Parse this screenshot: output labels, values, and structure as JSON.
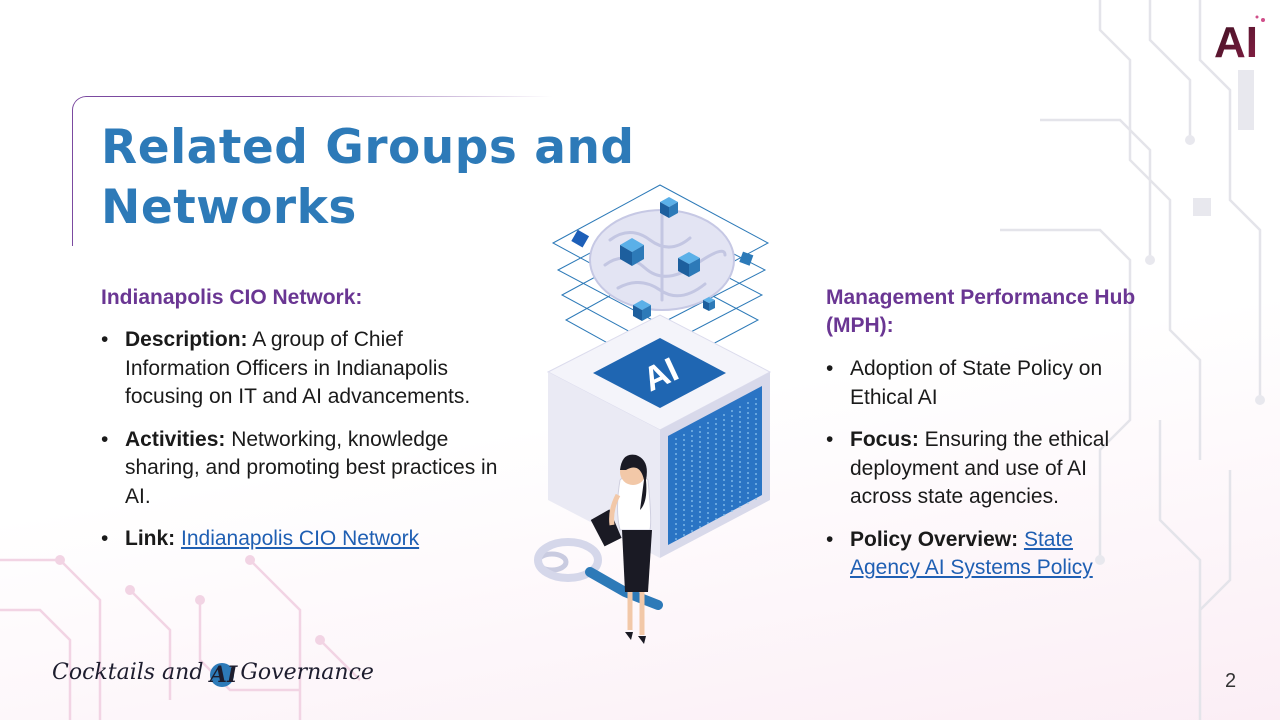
{
  "slide": {
    "title": "Related Groups and Networks",
    "page_number": "2",
    "logo_text": "AI",
    "footer": {
      "part1": "Cocktails and",
      "ai": "AI",
      "part2": "Governance"
    },
    "illustration_label": "AI"
  },
  "left": {
    "heading": "Indianapolis CIO Network:",
    "items": [
      {
        "label": "Description:",
        "text": " A group of Chief Information Officers in Indianapolis focusing on IT and AI advancements."
      },
      {
        "label": "Activities:",
        "text": " Networking, knowledge sharing, and promoting best practices in AI."
      },
      {
        "label": "Link:",
        "link": "Indianapolis CIO Network"
      }
    ]
  },
  "right": {
    "heading": "Management Performance Hub (MPH):",
    "items": [
      {
        "text": "Adoption of State Policy on Ethical AI"
      },
      {
        "label": "Focus:",
        "text": " Ensuring the ethical deployment and use of AI across state agencies."
      },
      {
        "label": "Policy Overview:",
        "link": "State Agency AI Systems Policy"
      }
    ]
  },
  "colors": {
    "title": "#2d7ab8",
    "heading": "#6a3693",
    "link": "#1f5fb3"
  }
}
